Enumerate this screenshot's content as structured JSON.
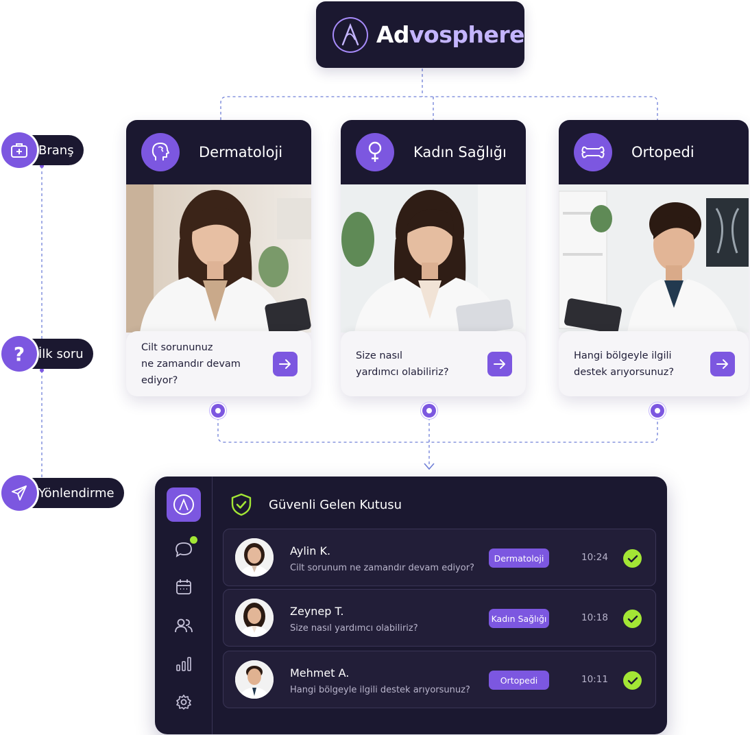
{
  "brand": {
    "name_part1": "Ad",
    "name_part2": "vosphere",
    "accent_color": "#7c57e0",
    "dark_color": "#1b1830"
  },
  "steps": [
    {
      "label": "Branş",
      "icon": "medical-kit-icon"
    },
    {
      "label": "İlk soru",
      "icon": "question-icon"
    },
    {
      "label": "Yönlendirme",
      "icon": "send-icon"
    }
  ],
  "cards": [
    {
      "title": "Dermatoloji",
      "icon": "head-icon",
      "question_line1": "Cilt sorununuz",
      "question_line2": "ne zamandır devam ediyor?"
    },
    {
      "title": "Kadın Sağlığı",
      "icon": "female-symbol-icon",
      "question_line1": "Size nasıl",
      "question_line2": "yardımcı olabiliriz?"
    },
    {
      "title": "Ortopedi",
      "icon": "bone-icon",
      "question_line1": "Hangi bölgeyle ilgili",
      "question_line2": "destek arıyorsunuz?"
    }
  ],
  "inbox": {
    "title": "Güvenli Gelen Kutusu",
    "side_icons": [
      "logo-icon",
      "chat-icon",
      "calendar-icon",
      "users-icon",
      "chart-icon",
      "settings-icon"
    ],
    "rows": [
      {
        "name": "Aylin K.",
        "message": "Cilt sorunum ne zamandır devam ediyor?",
        "badge": "Dermatoloji",
        "time": "10:24"
      },
      {
        "name": "Zeynep T.",
        "message": "Size nasıl yardımcı olabiliriz?",
        "badge": "Kadın Sağlığı",
        "time": "10:18"
      },
      {
        "name": "Mehmet A.",
        "message": "Hangi bölgeyle ilgili destek arıyorsunuz?",
        "badge": "Ortopedi",
        "time": "10:11"
      }
    ],
    "status_color": "#a3e635"
  }
}
